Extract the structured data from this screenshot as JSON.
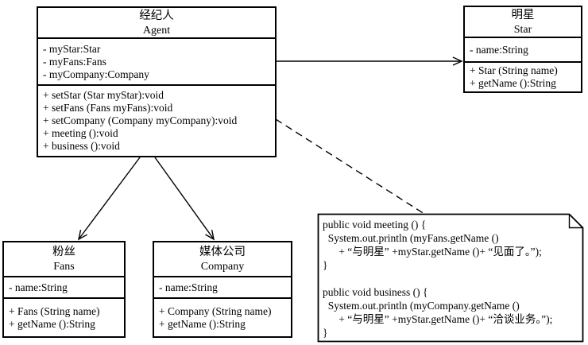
{
  "diagram": {
    "kind": "uml-class-diagram",
    "colors": {
      "line": "#000000",
      "background": "#ffffff",
      "box_fill": "#ffffff"
    },
    "classes": {
      "agent": {
        "name_cn": "经纪人",
        "name_en": "Agent",
        "attributes": [
          "- myStar:Star",
          "- myFans:Fans",
          "- myCompany:Company"
        ],
        "methods": [
          "+ setStar (Star myStar):void",
          "+ setFans (Fans myFans):void",
          "+ setCompany (Company myCompany):void",
          "+ meeting ():void",
          "+ business ():void"
        ]
      },
      "star": {
        "name_cn": "明星",
        "name_en": "Star",
        "attributes": [
          "- name:String"
        ],
        "methods": [
          "+ Star (String name)",
          "+ getName ():String"
        ]
      },
      "fans": {
        "name_cn": "粉丝",
        "name_en": "Fans",
        "attributes": [
          "- name:String"
        ],
        "methods": [
          "+ Fans (String name)",
          "+ getName ():String"
        ]
      },
      "company": {
        "name_cn": "媒体公司",
        "name_en": "Company",
        "attributes": [
          "- name:String"
        ],
        "methods": [
          "+ Company (String name)",
          "+ getName ():String"
        ]
      }
    },
    "relations": [
      {
        "from": "Agent",
        "to": "Star",
        "type": "association-arrow"
      },
      {
        "from": "Agent",
        "to": "Fans",
        "type": "association-arrow"
      },
      {
        "from": "Agent",
        "to": "Company",
        "type": "association-arrow"
      },
      {
        "from": "Agent",
        "to": "note",
        "type": "dashed-anchor"
      }
    ],
    "note": {
      "code_lines": [
        "public void meeting () {",
        "  System.out.println (myFans.getName ()",
        "      + “与明星” +myStar.getName ()+ “见面了。”);",
        "}",
        "",
        "public void business () {",
        "  System.out.println (myCompany.getName ()",
        "      + “与明星” +myStar.getName ()+ “洽谈业务。”);",
        "}"
      ]
    }
  }
}
